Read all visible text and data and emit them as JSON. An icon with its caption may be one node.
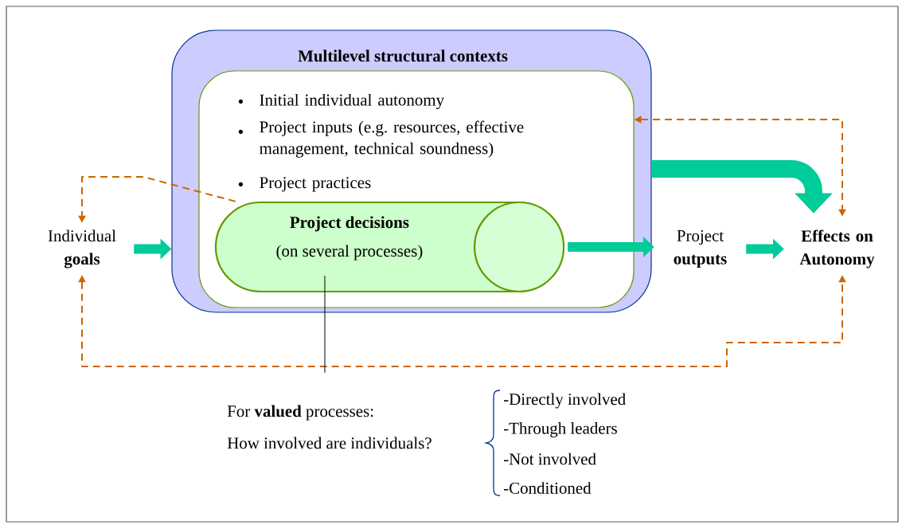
{
  "diagram": {
    "nodes": [
      {
        "text": [
          "Multilevel structural contexts"
        ]
      },
      {
        "text": [
          "Initial individual autonomy",
          "Project inputs (e.g. resources, effective management, technical soundness)",
          "Project practices"
        ],
        "in": 0
      },
      {
        "text": [
          "Project decisions",
          "(on several processes)"
        ],
        "in": 1
      },
      {
        "text": [
          "Individual **goals**"
        ]
      },
      {
        "text": [
          "Project **outputs**"
        ]
      },
      {
        "text": [
          "Effects on Autonomy"
        ]
      },
      {
        "text": [
          "For **valued** processes:",
          "How involved are individuals?"
        ]
      }
    ],
    "edges": [
      {
        "from": 3,
        "to": 0,
        "arrow": "to",
        "style": "thick",
        "color": "#00cc99"
      },
      {
        "from": 2,
        "to": 4,
        "arrow": "to",
        "style": "thick",
        "color": "#00cc99"
      },
      {
        "from": 4,
        "to": 5,
        "arrow": "to",
        "style": "thick",
        "color": "#00cc99"
      },
      {
        "from": 0,
        "to": 5,
        "arrow": "to",
        "style": "thick",
        "color": "#00cc99"
      },
      {
        "from": 2,
        "to": 3,
        "arrow": "to",
        "style": "dashed",
        "color": "#cc6600"
      },
      {
        "from": 1,
        "to": 5,
        "arrow": "both",
        "style": "dashed",
        "color": "#cc6600"
      },
      {
        "from": 3,
        "to": 5,
        "arrow": "both",
        "style": "dashed",
        "color": "#cc6600"
      },
      {
        "from": 6,
        "to": 2,
        "arrow": "none",
        "color": "#000000"
      }
    ],
    "labels": [
      "-Directly involved",
      "-Through leaders",
      "-Not involved",
      "-Conditioned"
    ]
  }
}
